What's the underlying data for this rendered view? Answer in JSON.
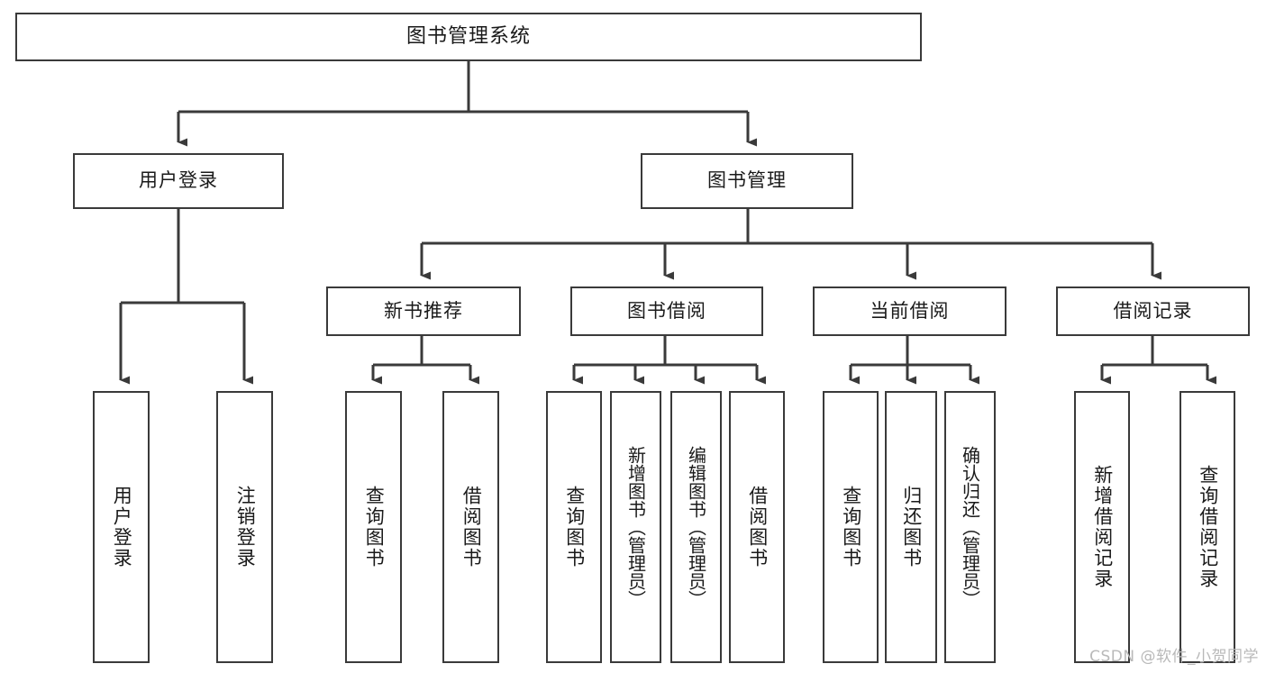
{
  "diagram": {
    "kind": "tree-structure-chart",
    "title": "图书管理系统",
    "line_color": "#3a3a3a",
    "box_fill": "#ffffff",
    "text_color": "#1a1a1a",
    "watermark": "CSDN @软件_小贺同学"
  },
  "nodes": {
    "root": {
      "label": "图书管理系统"
    },
    "level2": [
      {
        "label": "用户登录"
      },
      {
        "label": "图书管理"
      }
    ],
    "level3": [
      {
        "label": "新书推荐"
      },
      {
        "label": "图书借阅"
      },
      {
        "label": "当前借阅"
      },
      {
        "label": "借阅记录"
      }
    ],
    "leaves_user_login": [
      {
        "label": "用户登录"
      },
      {
        "label": "注销登录"
      }
    ],
    "leaves_new_book": [
      {
        "label": "查询图书"
      },
      {
        "label": "借阅图书"
      }
    ],
    "leaves_borrow": [
      {
        "label": "查询图书"
      },
      {
        "label": "新增图书（管理员）"
      },
      {
        "label": "编辑图书（管理员）"
      },
      {
        "label": "借阅图书"
      }
    ],
    "leaves_current": [
      {
        "label": "查询图书"
      },
      {
        "label": "归还图书"
      },
      {
        "label": "确认归还（管理员）"
      }
    ],
    "leaves_record": [
      {
        "label": "新增借阅记录"
      },
      {
        "label": "查询借阅记录"
      }
    ]
  }
}
